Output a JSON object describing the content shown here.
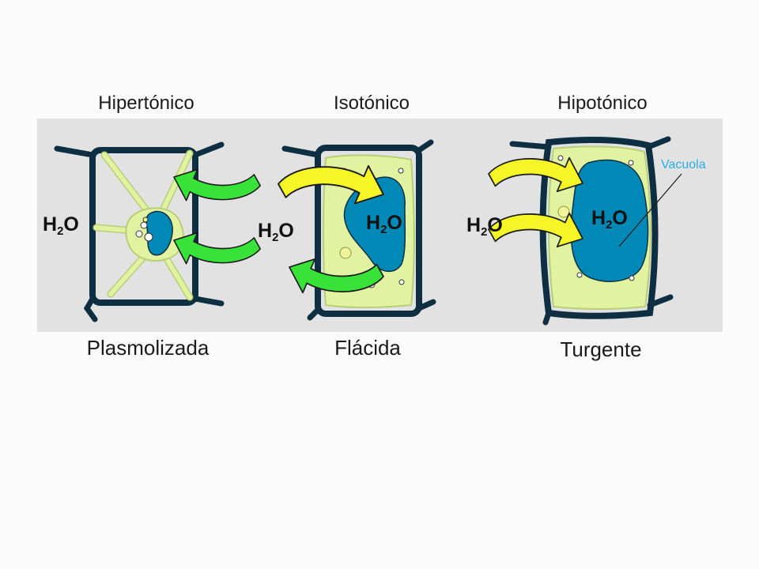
{
  "panels": [
    {
      "condition": "Hipertónico",
      "state": "Plasmolizada",
      "water_label": "H2O"
    },
    {
      "condition": "Isotónico",
      "state": "Flácida",
      "water_label": "H2O",
      "vacuole_water_label": "H2O"
    },
    {
      "condition": "Hipotónico",
      "state": "Turgente",
      "water_label": "H2O",
      "vacuole_water_label": "H2O"
    }
  ],
  "callout": {
    "vacuole": "Vacuola"
  },
  "colors": {
    "background": "#e2e2e2",
    "cell_wall": "#0e2f42",
    "cytoplasm": "#e1f2a1",
    "vacuole": "#0088b6",
    "arrow_out": "#38e238",
    "arrow_in": "#f6f627",
    "callout_text": "#29aee3"
  }
}
